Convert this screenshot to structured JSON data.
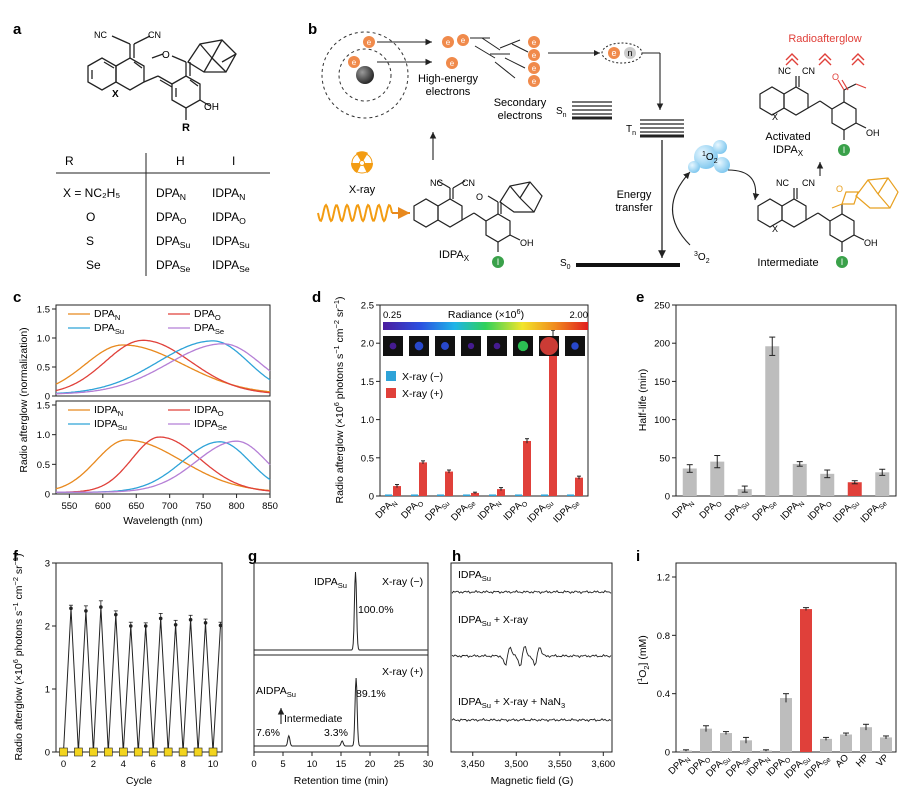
{
  "panels": [
    "a",
    "b",
    "c",
    "d",
    "e",
    "f",
    "g",
    "h",
    "i"
  ],
  "panel_a": {
    "substituent_label": "R",
    "table_header": [
      "R",
      "H",
      "I"
    ],
    "rows": [
      {
        "x": "X = NC₂H₅",
        "h": "DPA",
        "h_sub": "N",
        "i": "IDPA",
        "i_sub": "N"
      },
      {
        "x": "O",
        "h": "DPA",
        "h_sub": "O",
        "i": "IDPA",
        "i_sub": "O"
      },
      {
        "x": "S",
        "h": "DPA",
        "h_sub": "Su",
        "i": "IDPA",
        "i_sub": "Su"
      },
      {
        "x": "Se",
        "h": "DPA",
        "h_sub": "Se",
        "i": "IDPA",
        "i_sub": "Se"
      }
    ],
    "atoms": {
      "cn": "CN",
      "nc": "NC",
      "methoxy": "O",
      "hydroxy": "OH",
      "x": "X"
    }
  },
  "panel_b": {
    "xray_label": "X-ray",
    "electron_symbol": "e",
    "neutron_symbol": "n",
    "high_energy": [
      "High-energy",
      "electrons"
    ],
    "secondary": [
      "Secondary",
      "electrons"
    ],
    "sn": "S",
    "sn_sub": "n",
    "tn": "T",
    "tn_sub": "n",
    "s0": "S",
    "s0_sub": "0",
    "energy_transfer": [
      "Energy",
      "transfer"
    ],
    "singlet_o2": "O",
    "singlet_o2_pre": "1",
    "singlet_o2_sub": "2",
    "triplet_o2": "O",
    "triplet_o2_pre": "3",
    "triplet_o2_sub": "2",
    "compound": "IDPA",
    "compound_sub": "X",
    "radioafterglow": "Radioafterglow",
    "activated": "Activated",
    "activated_compound": "IDPA",
    "activated_sub": "X",
    "intermediate": "Intermediate",
    "iodine": "I",
    "colors": {
      "radioafterglow": "#e0403a",
      "electron": "#f08a4b",
      "xray": "#f39c12",
      "adamantane": "#e8a020",
      "iodine": "#3aa14a"
    }
  },
  "panel_c": {
    "chart_data": {
      "type": "line",
      "xlabel": "Wavelength (nm)",
      "ylabel": "Radio afterglow (normalization)",
      "xlim": [
        530,
        850
      ],
      "ylim": [
        0,
        1.5
      ],
      "xticks": [
        550,
        600,
        650,
        700,
        750,
        800,
        850
      ],
      "yticks": [
        0,
        0.5,
        1.0,
        1.5
      ],
      "top": {
        "series": [
          {
            "name": "DPA",
            "sub": "N",
            "color": "#e8891e",
            "peak": 630,
            "height": 0.85,
            "left_width": 75,
            "right_width": 120
          },
          {
            "name": "DPA",
            "sub": "O",
            "color": "#e0403a",
            "peak": 660,
            "height": 0.93,
            "left_width": 75,
            "right_width": 95
          },
          {
            "name": "DPA",
            "sub": "Su",
            "color": "#2ea3d8",
            "peak": 765,
            "height": 0.92,
            "left_width": 110,
            "right_width": 70
          },
          {
            "name": "DPA",
            "sub": "Se",
            "color": "#b57fd6",
            "peak": 780,
            "height": 0.87,
            "left_width": 110,
            "right_width": 75
          }
        ]
      },
      "bottom": {
        "series": [
          {
            "name": "IDPA",
            "sub": "N",
            "color": "#e8891e",
            "peak": 635,
            "height": 0.88,
            "left_width": 60,
            "right_width": 110
          },
          {
            "name": "IDPA",
            "sub": "O",
            "color": "#e0403a",
            "peak": 685,
            "height": 0.93,
            "left_width": 55,
            "right_width": 80
          },
          {
            "name": "IDPA",
            "sub": "Su",
            "color": "#2ea3d8",
            "peak": 775,
            "height": 0.85,
            "left_width": 75,
            "right_width": 60
          },
          {
            "name": "IDPA",
            "sub": "Se",
            "color": "#b57fd6",
            "peak": 800,
            "height": 0.86,
            "left_width": 80,
            "right_width": 60
          }
        ]
      }
    }
  },
  "panel_d": {
    "chart_data": {
      "type": "bar",
      "ylabel_parts": [
        "Radio afterglow (×10",
        "6",
        " photons s",
        "−1",
        " cm",
        "−2",
        " sr",
        "−1",
        ")"
      ],
      "radiance_label": "Radiance (×10",
      "radiance_exp": "6",
      "radiance_close": ")",
      "radiance_min": "0.25",
      "radiance_max": "2.00",
      "legend": [
        "X-ray (−)",
        "X-ray (+)"
      ],
      "colors": [
        "#2ea3d8",
        "#e0403a"
      ],
      "ylim": [
        0,
        2.5
      ],
      "yticks": [
        0,
        0.5,
        1.0,
        1.5,
        2.0,
        2.5
      ],
      "categories": [
        {
          "name": "DPA",
          "sub": "N"
        },
        {
          "name": "DPA",
          "sub": "O"
        },
        {
          "name": "DPA",
          "sub": "Su"
        },
        {
          "name": "DPA",
          "sub": "Se"
        },
        {
          "name": "IDPA",
          "sub": "N"
        },
        {
          "name": "IDPA",
          "sub": "O"
        },
        {
          "name": "IDPA",
          "sub": "Su"
        },
        {
          "name": "IDPA",
          "sub": "Se"
        }
      ],
      "series": [
        {
          "name": "X-ray (−)",
          "values": [
            0.02,
            0.02,
            0.02,
            0.02,
            0.02,
            0.02,
            0.02,
            0.02
          ]
        },
        {
          "name": "X-ray (+)",
          "values": [
            0.13,
            0.44,
            0.32,
            0.04,
            0.09,
            0.72,
            2.05,
            0.24
          ]
        }
      ],
      "errors": [
        0.02,
        0.02,
        0.02,
        0.01,
        0.02,
        0.03,
        0.12,
        0.02
      ]
    }
  },
  "panel_e": {
    "chart_data": {
      "type": "bar",
      "ylabel": "Half-life (min)",
      "ylim": [
        0,
        250
      ],
      "yticks": [
        0,
        50,
        100,
        150,
        200,
        250
      ],
      "categories": [
        {
          "name": "DPA",
          "sub": "N"
        },
        {
          "name": "DPA",
          "sub": "O"
        },
        {
          "name": "DPA",
          "sub": "Su"
        },
        {
          "name": "DPA",
          "sub": "Se"
        },
        {
          "name": "IDPA",
          "sub": "N"
        },
        {
          "name": "IDPA",
          "sub": "O"
        },
        {
          "name": "IDPA",
          "sub": "Su"
        },
        {
          "name": "IDPA",
          "sub": "Se"
        }
      ],
      "values": [
        36,
        45,
        9,
        196,
        42,
        29,
        18,
        31
      ],
      "errors": [
        5,
        8,
        4,
        12,
        3,
        5,
        2,
        4
      ],
      "colors": [
        "#bdbdbd",
        "#bdbdbd",
        "#bdbdbd",
        "#bdbdbd",
        "#bdbdbd",
        "#bdbdbd",
        "#e0403a",
        "#bdbdbd"
      ]
    }
  },
  "panel_f": {
    "chart_data": {
      "type": "line",
      "xlabel": "Cycle",
      "ylabel_parts": [
        "Radio afterglow (×10",
        "6",
        " photons s",
        "−1",
        " cm",
        "−2",
        " sr",
        "−1",
        ")"
      ],
      "xlim": [
        -0.5,
        10.6
      ],
      "ylim": [
        0,
        3
      ],
      "xticks": [
        0,
        2,
        4,
        6,
        8,
        10
      ],
      "yticks": [
        0,
        1,
        2,
        3
      ],
      "peaks_x": [
        0.5,
        1.5,
        2.5,
        3.5,
        4.5,
        5.5,
        6.5,
        7.5,
        8.5,
        9.5,
        10.5
      ],
      "peaks_y": [
        2.28,
        2.24,
        2.3,
        2.18,
        2.0,
        2.0,
        2.12,
        2.02,
        2.1,
        2.05,
        2.01
      ],
      "errors": [
        0.05,
        0.08,
        0.1,
        0.06,
        0.06,
        0.05,
        0.08,
        0.07,
        0.07,
        0.06,
        0.05
      ],
      "troughs_x": [
        0,
        1,
        2,
        3,
        4,
        5,
        6,
        7,
        8,
        9,
        10
      ],
      "troughs_y": [
        0,
        0,
        0,
        0,
        0,
        0,
        0,
        0,
        0,
        0,
        0
      ]
    }
  },
  "panel_g": {
    "chart_data": {
      "type": "line",
      "xlabel": "Retention time (min)",
      "xlim": [
        0,
        30
      ],
      "xticks": [
        0,
        5,
        10,
        15,
        20,
        25,
        30
      ],
      "top": {
        "label": "X-ray (−)",
        "compound": "IDPA",
        "compound_sub": "Su",
        "percent": "100.0%",
        "peaks": [
          {
            "x": 17.5,
            "h": 1.0
          }
        ]
      },
      "bottom": {
        "label": "X-ray (+)",
        "peaks": [
          {
            "x": 6.0,
            "h": 0.12
          },
          {
            "x": 15.2,
            "h": 0.06
          },
          {
            "x": 17.6,
            "h": 0.8
          }
        ],
        "labels": {
          "aidpa": "AIDPA",
          "aidpa_sub": "Su",
          "intermediate": "Intermediate",
          "p1": "7.6%",
          "p2": "3.3%",
          "p3": "89.1%"
        }
      }
    }
  },
  "panel_h": {
    "chart_data": {
      "type": "line",
      "xlabel": "Magnetic field (G)",
      "xticks": [
        "3,450",
        "3,500",
        "3,550",
        "3,600"
      ],
      "xlim": [
        3425,
        3610
      ],
      "traces": [
        {
          "label": "IDPA",
          "sub": "Su",
          "suffix": ""
        },
        {
          "label": "IDPA",
          "sub": "Su",
          "suffix": " + X-ray"
        },
        {
          "label": "IDPA",
          "sub": "Su",
          "suffix": " + X-ray + NaN",
          "suffix_sub": "3"
        }
      ]
    }
  },
  "panel_i": {
    "chart_data": {
      "type": "bar",
      "ylabel": "[",
      "ylabel_pre": "1",
      "ylabel_o": "O",
      "ylabel_sub": "2",
      "ylabel_unit": "] (mM)",
      "ylim": [
        0,
        1.2
      ],
      "yticks": [
        0,
        0.4,
        0.8,
        1.2
      ],
      "categories": [
        {
          "name": "DPA",
          "sub": "N"
        },
        {
          "name": "DPA",
          "sub": "O"
        },
        {
          "name": "DPA",
          "sub": "Su"
        },
        {
          "name": "DPA",
          "sub": "Se"
        },
        {
          "name": "IDPA",
          "sub": "N"
        },
        {
          "name": "IDPA",
          "sub": "O"
        },
        {
          "name": "IDPA",
          "sub": "Su"
        },
        {
          "name": "IDPA",
          "sub": "Se"
        },
        {
          "name": "AO",
          "sub": ""
        },
        {
          "name": "HP",
          "sub": ""
        },
        {
          "name": "VP",
          "sub": ""
        }
      ],
      "values": [
        0.01,
        0.16,
        0.13,
        0.08,
        0.01,
        0.37,
        0.98,
        0.09,
        0.12,
        0.17,
        0.1
      ],
      "errors": [
        0.005,
        0.02,
        0.01,
        0.02,
        0.005,
        0.03,
        0.01,
        0.01,
        0.01,
        0.02,
        0.01
      ],
      "colors": [
        "#bdbdbd",
        "#bdbdbd",
        "#bdbdbd",
        "#bdbdbd",
        "#bdbdbd",
        "#bdbdbd",
        "#e0403a",
        "#bdbdbd",
        "#bdbdbd",
        "#bdbdbd",
        "#bdbdbd"
      ]
    }
  }
}
